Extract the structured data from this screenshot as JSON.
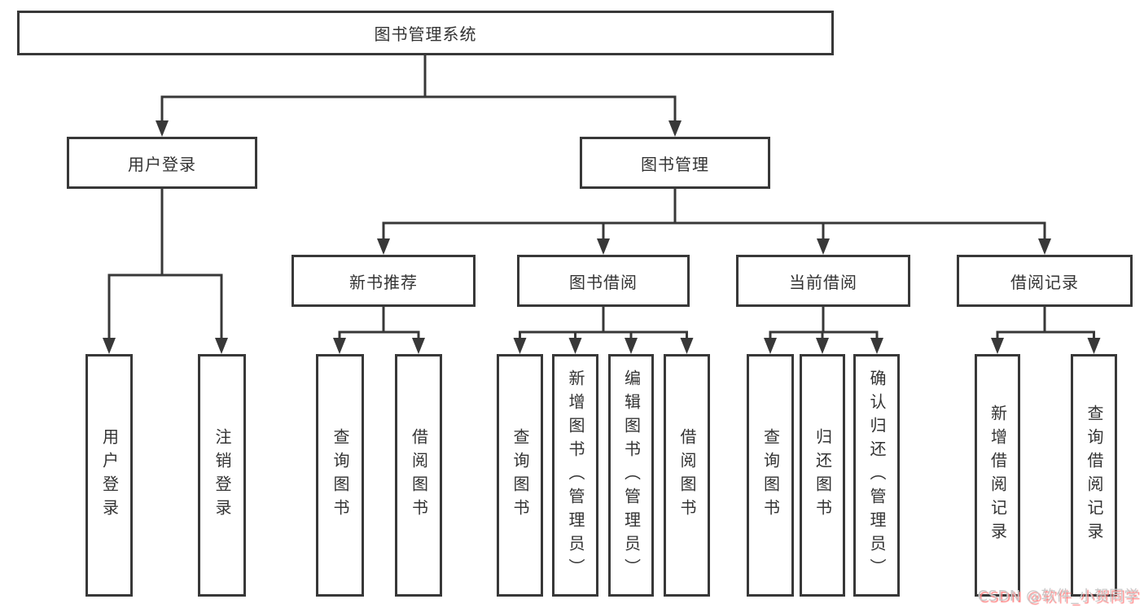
{
  "tree": {
    "root": {
      "label": "图书管理系统"
    },
    "branches": [
      {
        "label": "用户登录",
        "children": [
          {
            "label": "用户登录"
          },
          {
            "label": "注销登录"
          }
        ]
      },
      {
        "label": "图书管理",
        "sections": [
          {
            "label": "新书推荐",
            "children": [
              {
                "label": "查询图书"
              },
              {
                "label": "借阅图书"
              }
            ]
          },
          {
            "label": "图书借阅",
            "children": [
              {
                "label": "查询图书"
              },
              {
                "label": "新增图书（管理员）"
              },
              {
                "label": "编辑图书（管理员）"
              },
              {
                "label": "借阅图书"
              }
            ]
          },
          {
            "label": "当前借阅",
            "children": [
              {
                "label": "查询图书"
              },
              {
                "label": "归还图书"
              },
              {
                "label": "确认归还（管理员）"
              }
            ]
          },
          {
            "label": "借阅记录",
            "children": [
              {
                "label": "新增借阅记录"
              },
              {
                "label": "查询借阅记录"
              }
            ]
          }
        ]
      }
    ]
  },
  "watermark": {
    "text": "CSDN @软件_小贺同学"
  },
  "colors": {
    "line": "#383838",
    "text": "#333333",
    "watermark": "#c9c9c9",
    "watermark_shadow": "#ff8383"
  }
}
